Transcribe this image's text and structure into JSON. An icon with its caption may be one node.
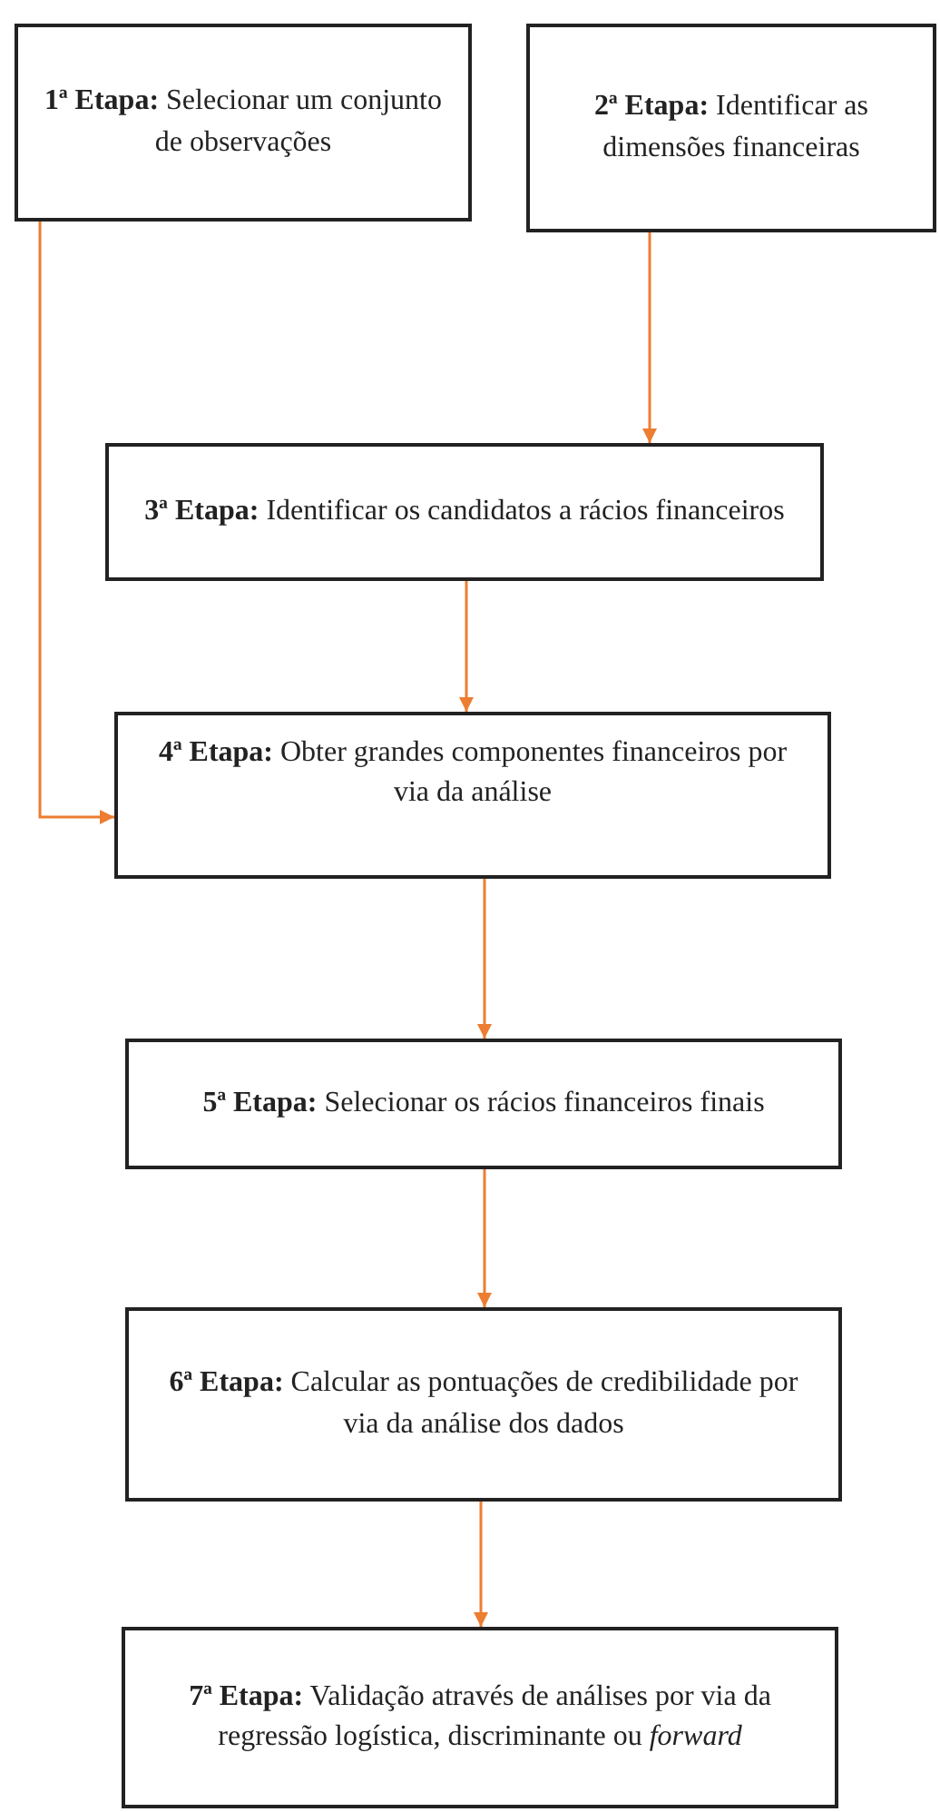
{
  "diagram": {
    "nodes": [
      {
        "text": [
          "**1ª Etapa:** Selecionar um conjunto de observações"
        ]
      },
      {
        "text": [
          "**2ª Etapa:** Identificar as dimensões financeiras"
        ]
      },
      {
        "text": [
          "**3ª Etapa:** Identificar os candidatos a rácios financeiros"
        ]
      },
      {
        "text": [
          "**4ª Etapa:** Obter grandes componentes financeiros por via da análise"
        ]
      },
      {
        "text": [
          "**5ª Etapa:** Selecionar os rácios financeiros finais"
        ]
      },
      {
        "text": [
          "**6ª Etapa:** Calcular as pontuações de credibilidade por via da análise dos dados"
        ]
      },
      {
        "text": [
          "**7ª Etapa:** Validação através de análises por via da regressão logística, discriminante ou *forward*"
        ]
      }
    ],
    "edges": [
      {
        "from": 0,
        "to": 3,
        "arrow": "to"
      },
      {
        "from": 1,
        "to": 2,
        "arrow": "to"
      },
      {
        "from": 2,
        "to": 3,
        "arrow": "to"
      },
      {
        "from": 3,
        "to": 4,
        "arrow": "to"
      },
      {
        "from": 4,
        "to": 5,
        "arrow": "to"
      },
      {
        "from": 5,
        "to": 6,
        "arrow": "to"
      }
    ]
  }
}
